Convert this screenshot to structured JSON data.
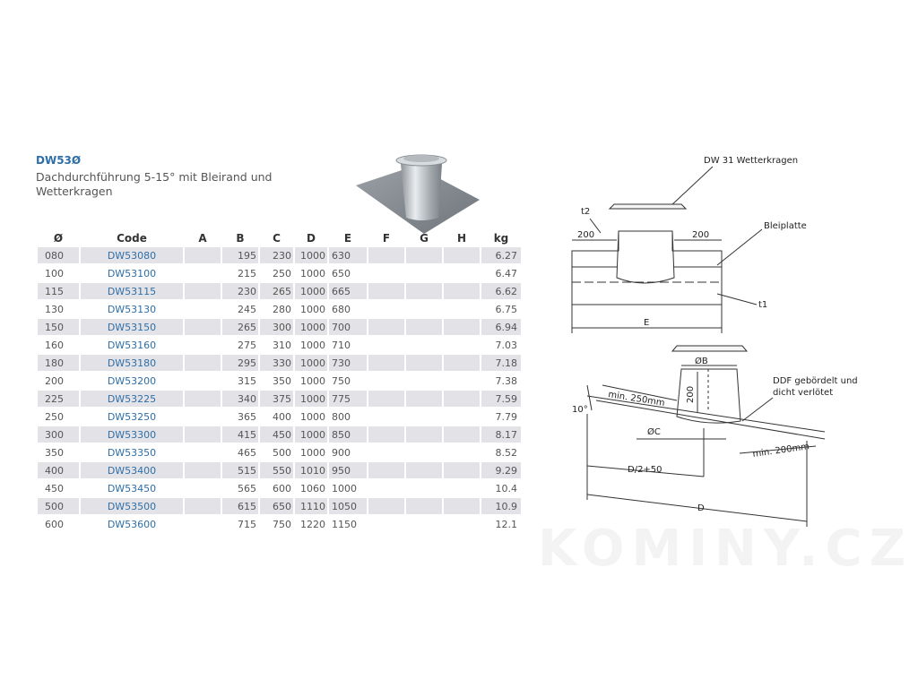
{
  "product": {
    "code": "DW53Ø",
    "description": "Dachdurchführung 5-15° mit Bleirand und Wetterkragen"
  },
  "table": {
    "headers": [
      "Ø",
      "Code",
      "A",
      "B",
      "C",
      "D",
      "E",
      "F",
      "G",
      "H",
      "kg"
    ],
    "rows": [
      [
        "080",
        "DW53080",
        "",
        "195",
        "230",
        "1000",
        "630",
        "",
        "",
        "",
        "6.27"
      ],
      [
        "100",
        "DW53100",
        "",
        "215",
        "250",
        "1000",
        "650",
        "",
        "",
        "",
        "6.47"
      ],
      [
        "115",
        "DW53115",
        "",
        "230",
        "265",
        "1000",
        "665",
        "",
        "",
        "",
        "6.62"
      ],
      [
        "130",
        "DW53130",
        "",
        "245",
        "280",
        "1000",
        "680",
        "",
        "",
        "",
        "6.75"
      ],
      [
        "150",
        "DW53150",
        "",
        "265",
        "300",
        "1000",
        "700",
        "",
        "",
        "",
        "6.94"
      ],
      [
        "160",
        "DW53160",
        "",
        "275",
        "310",
        "1000",
        "710",
        "",
        "",
        "",
        "7.03"
      ],
      [
        "180",
        "DW53180",
        "",
        "295",
        "330",
        "1000",
        "730",
        "",
        "",
        "",
        "7.18"
      ],
      [
        "200",
        "DW53200",
        "",
        "315",
        "350",
        "1000",
        "750",
        "",
        "",
        "",
        "7.38"
      ],
      [
        "225",
        "DW53225",
        "",
        "340",
        "375",
        "1000",
        "775",
        "",
        "",
        "",
        "7.59"
      ],
      [
        "250",
        "DW53250",
        "",
        "365",
        "400",
        "1000",
        "800",
        "",
        "",
        "",
        "7.79"
      ],
      [
        "300",
        "DW53300",
        "",
        "415",
        "450",
        "1000",
        "850",
        "",
        "",
        "",
        "8.17"
      ],
      [
        "350",
        "DW53350",
        "",
        "465",
        "500",
        "1000",
        "900",
        "",
        "",
        "",
        "8.52"
      ],
      [
        "400",
        "DW53400",
        "",
        "515",
        "550",
        "1010",
        "950",
        "",
        "",
        "",
        "9.29"
      ],
      [
        "450",
        "DW53450",
        "",
        "565",
        "600",
        "1060",
        "1000",
        "",
        "",
        "",
        "10.4"
      ],
      [
        "500",
        "DW53500",
        "",
        "615",
        "650",
        "1110",
        "1050",
        "",
        "",
        "",
        "10.9"
      ],
      [
        "600",
        "DW53600",
        "",
        "715",
        "750",
        "1220",
        "1150",
        "",
        "",
        "",
        "12.1"
      ]
    ]
  },
  "drawing_top": {
    "label_collar": "DW 31 Wetterkragen",
    "label_t2": "t2",
    "label_left_200": "200",
    "label_right_200": "200",
    "label_plate": "Bleiplatte",
    "label_t1": "t1",
    "label_e": "E"
  },
  "drawing_bottom": {
    "label_b": "ØB",
    "label_200": "200",
    "label_min250": "min. 250mm",
    "label_ddf": "DDF gebördelt und dicht verlötet",
    "label_ddf_line1": "DDF gebördelt und",
    "label_ddf_line2": "dicht verlötet",
    "label_angle": "10°",
    "label_c": "ØC",
    "label_min200": "min. 200mm",
    "label_d2": "D/2+50",
    "label_d": "D"
  },
  "watermark": "KOMINY.CZ",
  "colors": {
    "accent_blue": "#2e6fa8",
    "row_shade": "#e3e3e7"
  }
}
